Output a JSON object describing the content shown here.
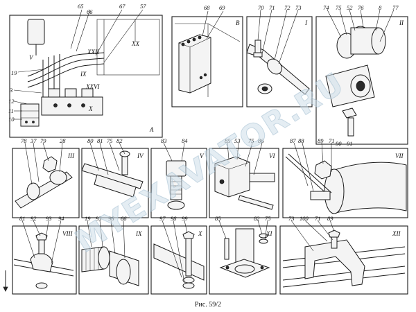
{
  "caption": "Рис. 59/2",
  "watermark": "MYEXAVATOR.RU",
  "panels": {
    "A": {
      "label": "A",
      "callouts": [
        "65",
        "66",
        "67",
        "57",
        "XX",
        "XXII",
        "IX",
        "XXVI",
        "X",
        "V",
        "19",
        "3",
        "12",
        "11",
        "10"
      ]
    },
    "B": {
      "label": "В",
      "callouts": [
        "68",
        "69"
      ]
    },
    "I": {
      "label": "I",
      "callouts": [
        "70",
        "71",
        "72",
        "73"
      ]
    },
    "II": {
      "label": "II",
      "callouts": [
        "74",
        "75",
        "52",
        "76",
        "8",
        "77",
        "90",
        "91"
      ]
    },
    "III": {
      "label": "III",
      "callouts": [
        "78",
        "37",
        "79",
        "28"
      ]
    },
    "IV": {
      "label": "IV",
      "callouts": [
        "80",
        "81",
        "75",
        "82"
      ]
    },
    "V": {
      "label": "V",
      "callouts": [
        "83",
        "84"
      ]
    },
    "VI": {
      "label": "VI",
      "callouts": [
        "85",
        "53",
        "75",
        "86"
      ]
    },
    "VII": {
      "label": "VII",
      "callouts": [
        "87",
        "88",
        "89",
        "71"
      ]
    },
    "VIII": {
      "label": "VIII",
      "callouts": [
        "81",
        "92",
        "93",
        "94"
      ]
    },
    "IX": {
      "label": "IX",
      "callouts": [
        "19",
        "95",
        "96",
        "66"
      ]
    },
    "X": {
      "label": "X",
      "callouts": [
        "97",
        "98",
        "99"
      ]
    },
    "XI": {
      "label": "XI",
      "callouts": [
        "85",
        "82",
        "75"
      ]
    },
    "XII": {
      "label": "XII",
      "callouts": [
        "73",
        "100",
        "71",
        "89"
      ]
    }
  }
}
